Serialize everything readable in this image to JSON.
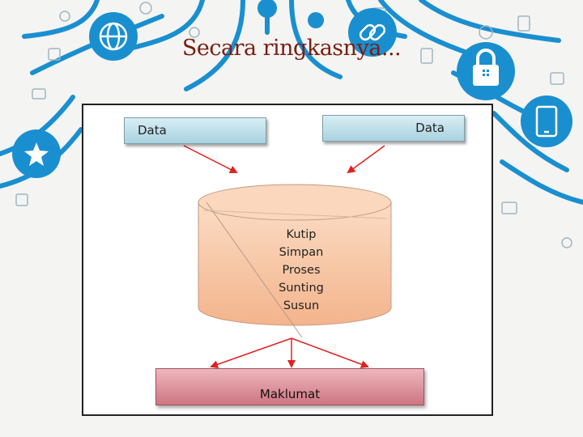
{
  "slide": {
    "title": "Secara ringkasnya..."
  },
  "diagram": {
    "inputs": [
      "Data",
      "Data"
    ],
    "processes": [
      "Kutip",
      "Simpan",
      "Proses",
      "Sunting",
      "Susun"
    ],
    "output": "Maklumat"
  },
  "colors": {
    "title": "#7a1e12",
    "input_box": "#bfe0eb",
    "storage": "#f8c7a2",
    "output_box": "#e39aa3",
    "arrow": "#e02020",
    "background_icons": "#1a8fd0"
  }
}
